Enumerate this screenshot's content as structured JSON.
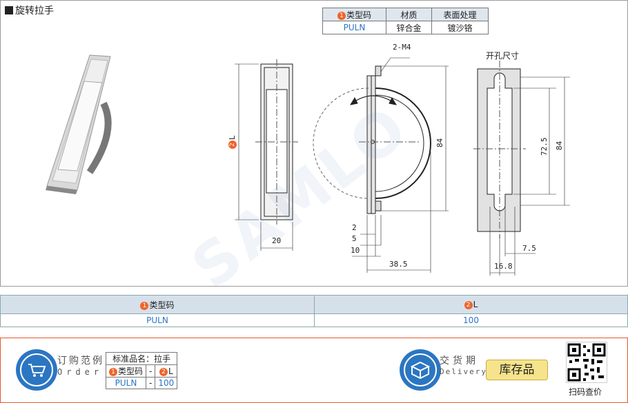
{
  "title": "旋转拉手",
  "spec_table": {
    "headers": [
      "类型码",
      "材质",
      "表面处理"
    ],
    "row": [
      "PULN",
      "锌合金",
      "镀沙铬"
    ]
  },
  "drawing": {
    "dim_2m4": "2-M4",
    "dim_l": "L",
    "dim_20": "20",
    "dim_84_side": "84",
    "dim_2": "2",
    "dim_5": "5",
    "dim_10": "10",
    "dim_385": "38.5",
    "hole_title": "开孔尺寸",
    "dim_725": "72.5",
    "dim_84_hole": "84",
    "dim_75": "7.5",
    "dim_168": "16.8",
    "num1": "1",
    "num2": "2",
    "watermark": "SAMLO"
  },
  "dim_table": {
    "headers": [
      "类型码",
      "L"
    ],
    "row": [
      "PULN",
      "100"
    ]
  },
  "order": {
    "label": "订购范例",
    "sub": "Order",
    "table_title": "标准品名：拉手",
    "headers": [
      "类型码",
      "-",
      "L"
    ],
    "row": [
      "PULN",
      "-",
      "100"
    ]
  },
  "delivery": {
    "label": "交货期",
    "sub": "Delivery",
    "stock": "库存品"
  },
  "qr_label": "扫码查价",
  "colors": {
    "accent_blue": "#2b76c2",
    "badge_orange": "#f0642a",
    "border_orange": "#e05a2a"
  }
}
